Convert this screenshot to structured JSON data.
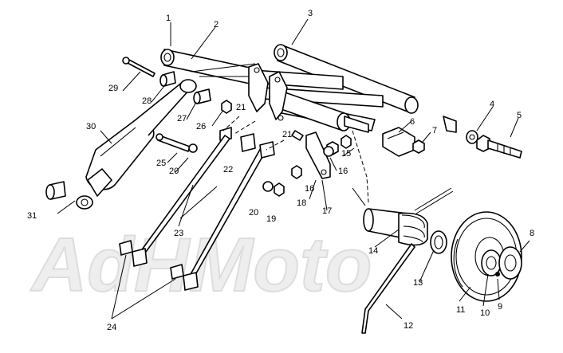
{
  "watermark": {
    "text": "AdHMoto"
  },
  "callouts": [
    "1",
    "2",
    "3",
    "4",
    "5",
    "6",
    "7",
    "8",
    "9",
    "10",
    "11",
    "12",
    "13",
    "14",
    "15",
    "16",
    "16",
    "17",
    "18",
    "19",
    "20",
    "20",
    "21",
    "21",
    "22",
    "23",
    "24",
    "25",
    "26",
    "27",
    "28",
    "29",
    "30",
    "31"
  ]
}
